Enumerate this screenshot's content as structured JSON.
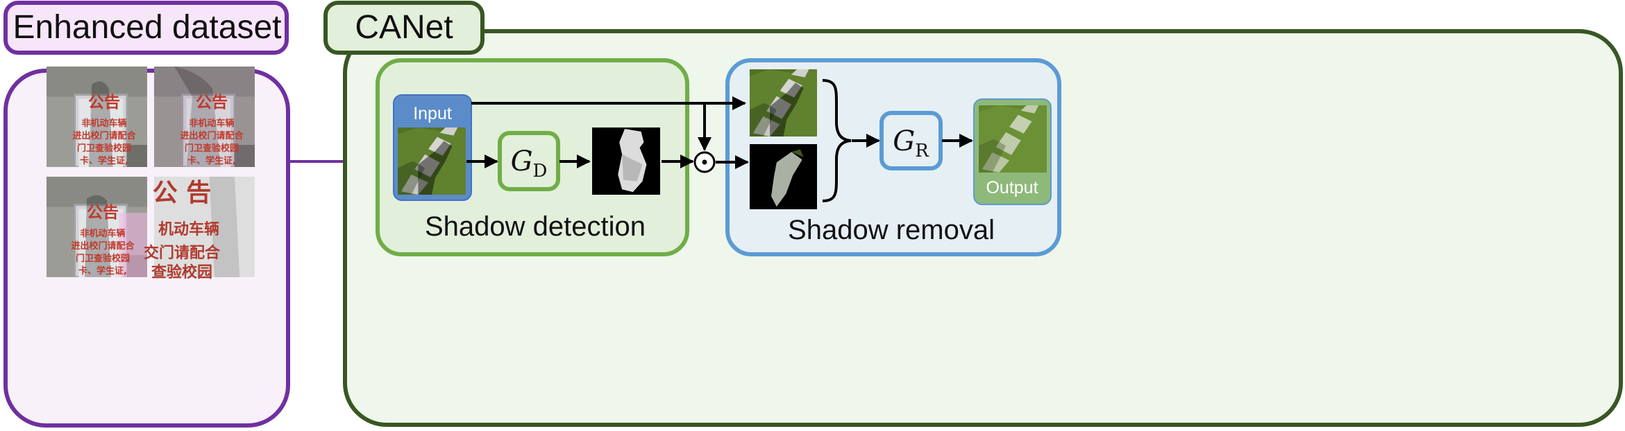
{
  "diagram": {
    "enhanced_dataset": {
      "title": "Enhanced dataset",
      "sign_text": {
        "heading": "公告",
        "heading_big": "公 告",
        "line1": "非机动车辆",
        "line2": "进出校门请配合",
        "line3": "门卫查验校园",
        "line4": "卡、学生证,",
        "line2_crop": "机动车辆",
        "line3_crop": "交门请配合",
        "line4_crop": "查验校园"
      }
    },
    "canet": {
      "title": "CANet",
      "input_label": "Input",
      "output_label": "Output",
      "detection": {
        "label": "Shadow detection",
        "generator_symbol": "G",
        "generator_subscript": "D"
      },
      "removal": {
        "label": "Shadow removal",
        "generator_symbol": "G",
        "generator_subscript": "R"
      },
      "operator_symbol": "⊙"
    },
    "colors": {
      "purple": "#7030a0",
      "purple_fill": "#f7e6fa",
      "dataset_fill": "#f8f1f9",
      "canet_border": "#385723",
      "canet_fill": "#eff6eb",
      "canet_title_fill": "#e2efda",
      "detection_border": "#70ad47",
      "detection_fill": "#e2efda",
      "removal_border": "#5b9bd5",
      "removal_fill": "#e6eff3",
      "input_box": "#5b8cc9",
      "output_box": "#8fb97a"
    }
  }
}
